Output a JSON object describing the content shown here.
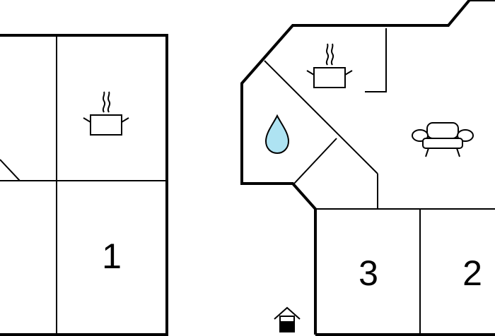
{
  "floor_plan": {
    "rooms": [
      {
        "label": "1"
      },
      {
        "label": "3"
      },
      {
        "label": "2"
      }
    ],
    "icons": [
      "cooking-pot-icon",
      "cooking-pot-icon",
      "water-drop-icon",
      "sofa-icon",
      "entrance-house-icon"
    ],
    "colors": {
      "wall": "#000000",
      "water": "#aee3f2",
      "background": "#ffffff"
    }
  }
}
